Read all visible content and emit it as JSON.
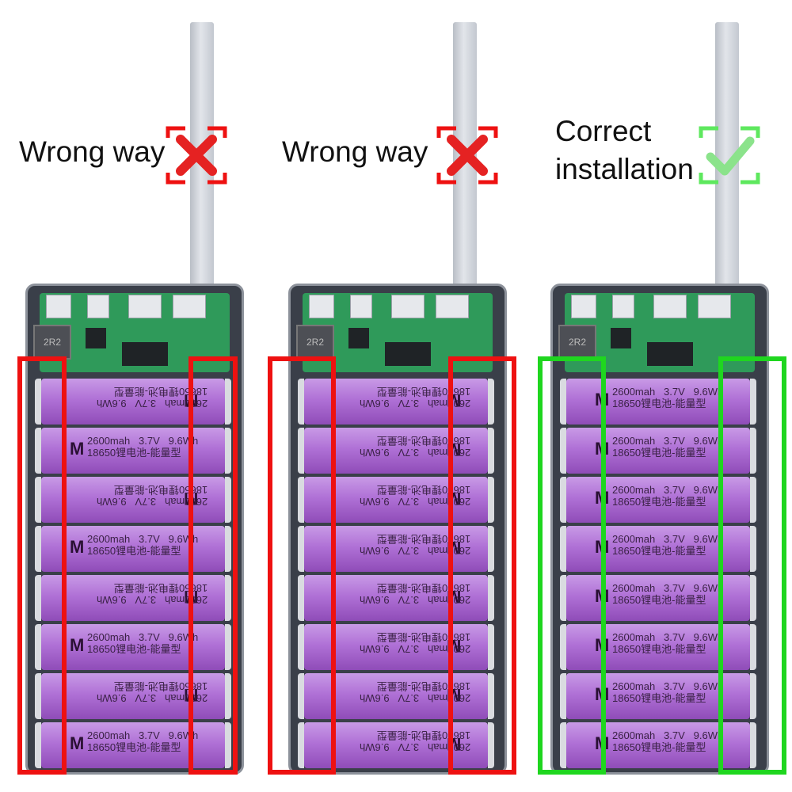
{
  "panels": [
    {
      "caption_lines": [
        "Wrong way"
      ],
      "status": "wrong",
      "status_icon": "x-mark-icon",
      "highlight_color": "#ee1111",
      "left_bracket_polarity": "+",
      "right_bracket_polarity": "+"
    },
    {
      "caption_lines": [
        "Wrong way"
      ],
      "status": "wrong",
      "status_icon": "x-mark-icon",
      "highlight_color": "#ee1111",
      "left_bracket_polarity": "-",
      "right_bracket_polarity": "+"
    },
    {
      "caption_lines": [
        "Correct",
        "installation"
      ],
      "status": "correct",
      "status_icon": "check-mark-icon",
      "highlight_color": "#1fd61f",
      "left_bracket_polarity": "+",
      "right_bracket_polarity": "-"
    }
  ],
  "battery": {
    "brand": "M",
    "line1": "2600mah   3.7V   9.6Wh",
    "line2": "18650锂电池-能量型",
    "count": 8
  },
  "board": {
    "inductor_label": "2R2"
  },
  "colors": {
    "wrong": "#ee1111",
    "correct": "#1fd61f",
    "cell": "#b071d6"
  }
}
